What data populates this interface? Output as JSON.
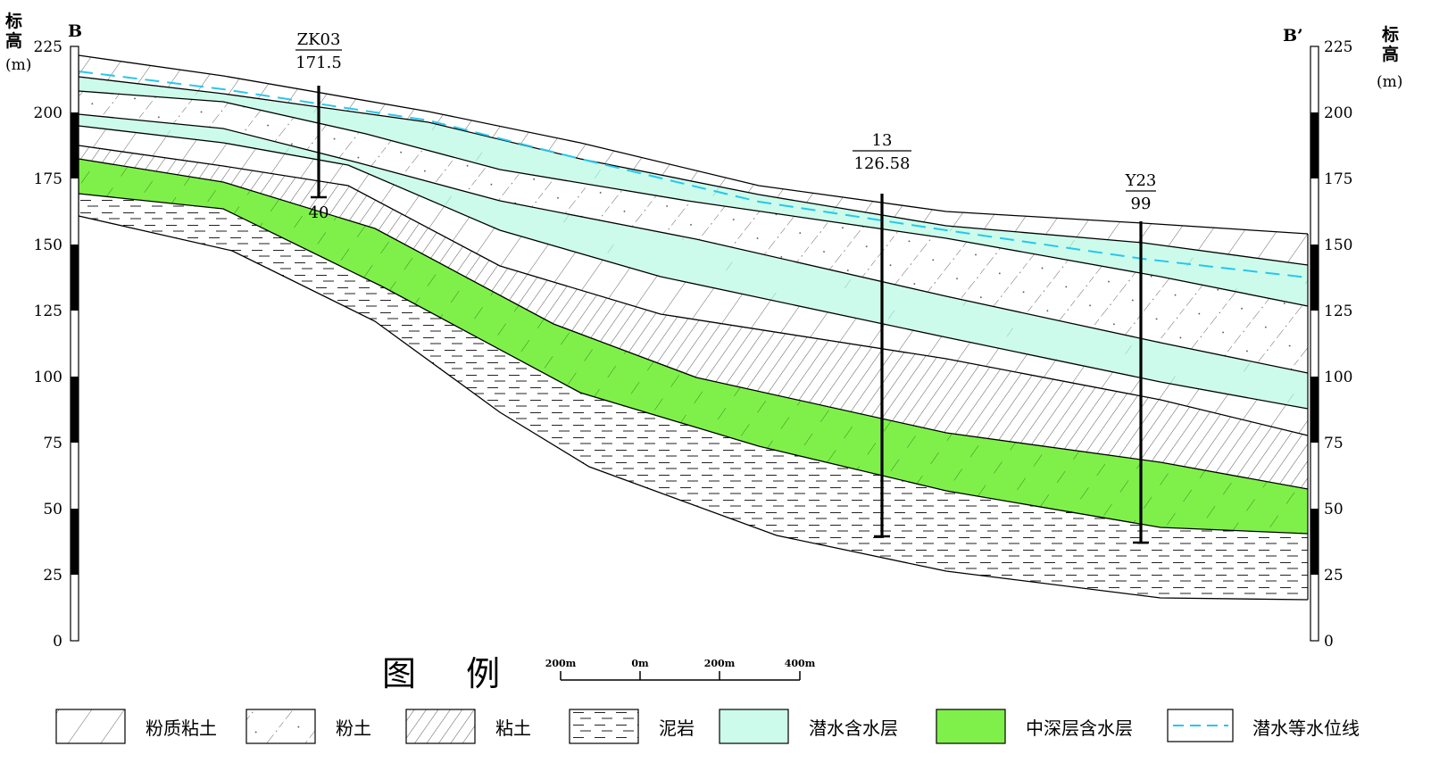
{
  "section": {
    "left_label": "B",
    "right_label": "B’",
    "axis_title_chars": [
      "标",
      "高"
    ],
    "axis_unit": "(m)",
    "elevation_ticks": [
      "0",
      "25",
      "50",
      "75",
      "100",
      "125",
      "150",
      "175",
      "200",
      "225"
    ]
  },
  "wells": [
    {
      "id": "ZK03",
      "elevation": "171.5",
      "depth_label": "40"
    },
    {
      "id": "13",
      "elevation": "126.58",
      "depth_label": ""
    },
    {
      "id": "Y23",
      "elevation": "99",
      "depth_label": ""
    }
  ],
  "legend": {
    "title": "图 例",
    "scale_labels": [
      "200m",
      "0m",
      "200m",
      "400m"
    ],
    "items": [
      {
        "label": "粉质粘土",
        "pattern": "silty-clay",
        "fill": "#ffffff"
      },
      {
        "label": "粉土",
        "pattern": "silt",
        "fill": "#ffffff"
      },
      {
        "label": "粘土",
        "pattern": "clay",
        "fill": "#ffffff"
      },
      {
        "label": "泥岩",
        "pattern": "mudstone",
        "fill": "#ffffff"
      },
      {
        "label": "潜水含水层",
        "pattern": "solid",
        "fill": "#ccfbec"
      },
      {
        "label": "中深层含水层",
        "pattern": "solid",
        "fill": "#7ff04a"
      },
      {
        "label": "潜水等水位线",
        "pattern": "dashed-line",
        "fill": "#27c7ea"
      }
    ]
  },
  "colors": {
    "phreatic_aquifer": "#ccfbec",
    "deep_aquifer": "#7ff04a",
    "water_table": "#27c7ea",
    "line": "#000000"
  }
}
